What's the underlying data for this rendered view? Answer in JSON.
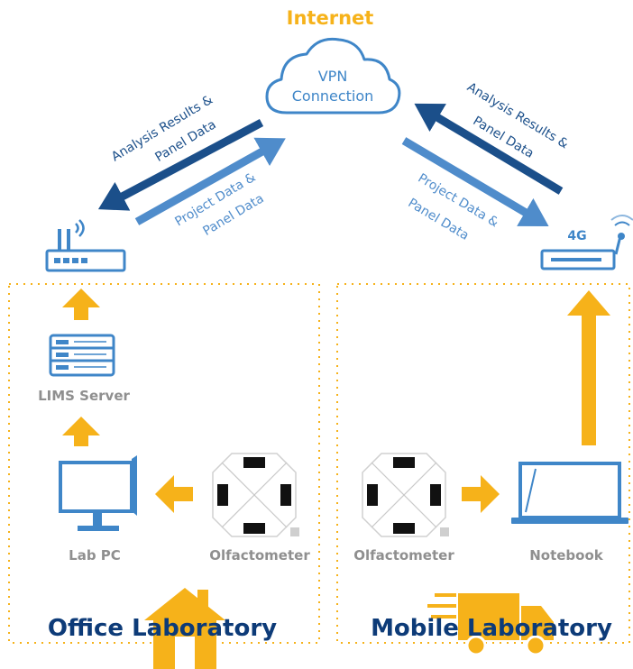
{
  "internet_label": "Internet",
  "cloud": {
    "line1": "VPN",
    "line2": "Connection"
  },
  "left_link": {
    "upload_line1": "Analysis Results &",
    "upload_line2": "Panel Data",
    "download_line1": "Project Data &",
    "download_line2": "Panel Data"
  },
  "right_link": {
    "upload_line1": "Analysis Results &",
    "upload_line2": "Panel Data",
    "download_line1": "Project Data &",
    "download_line2": "Panel Data"
  },
  "router_4g_label": "4G",
  "office": {
    "server_label": "LIMS Server",
    "pc_label": "Lab PC",
    "olfactometer_label": "Olfactometer",
    "title": "Office Laboratory"
  },
  "mobile": {
    "olfactometer_label": "Olfactometer",
    "notebook_label": "Notebook",
    "title": "Mobile Laboratory"
  },
  "colors": {
    "orange": "#f6b21a",
    "dark_blue": "#1b4f8a",
    "light_blue": "#4f8ccb",
    "icon_blue": "#3f86c8",
    "title_blue": "#0d3b78",
    "gray": "#8f8f8f"
  }
}
